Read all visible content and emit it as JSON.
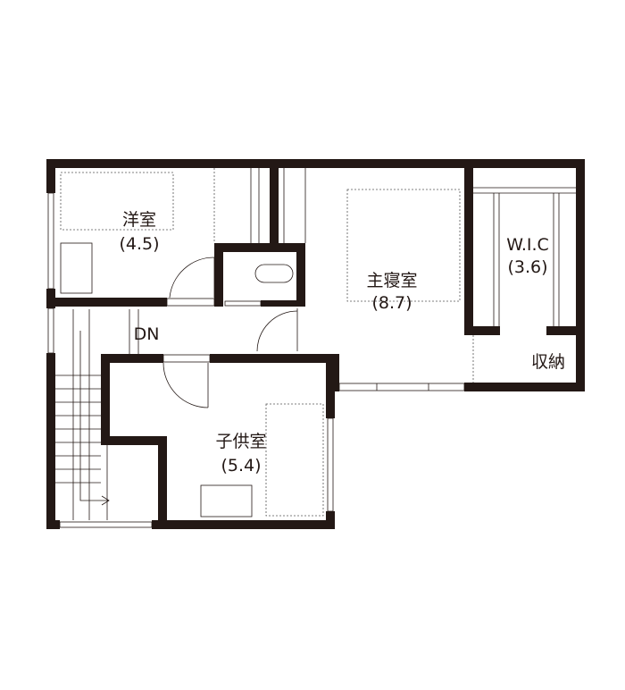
{
  "rooms": {
    "western_room": {
      "name": "洋室",
      "size": "(4.5)"
    },
    "master_bedroom": {
      "name": "主寝室",
      "size": "(8.7)"
    },
    "wic": {
      "name": "W.I.C",
      "size": "(3.6)"
    },
    "kids_room": {
      "name": "子供室",
      "size": "(5.4)"
    },
    "storage": {
      "name": "収納"
    }
  },
  "stairs": {
    "label": "DN"
  },
  "colors": {
    "wall": "#231815",
    "background": "#ffffff"
  }
}
